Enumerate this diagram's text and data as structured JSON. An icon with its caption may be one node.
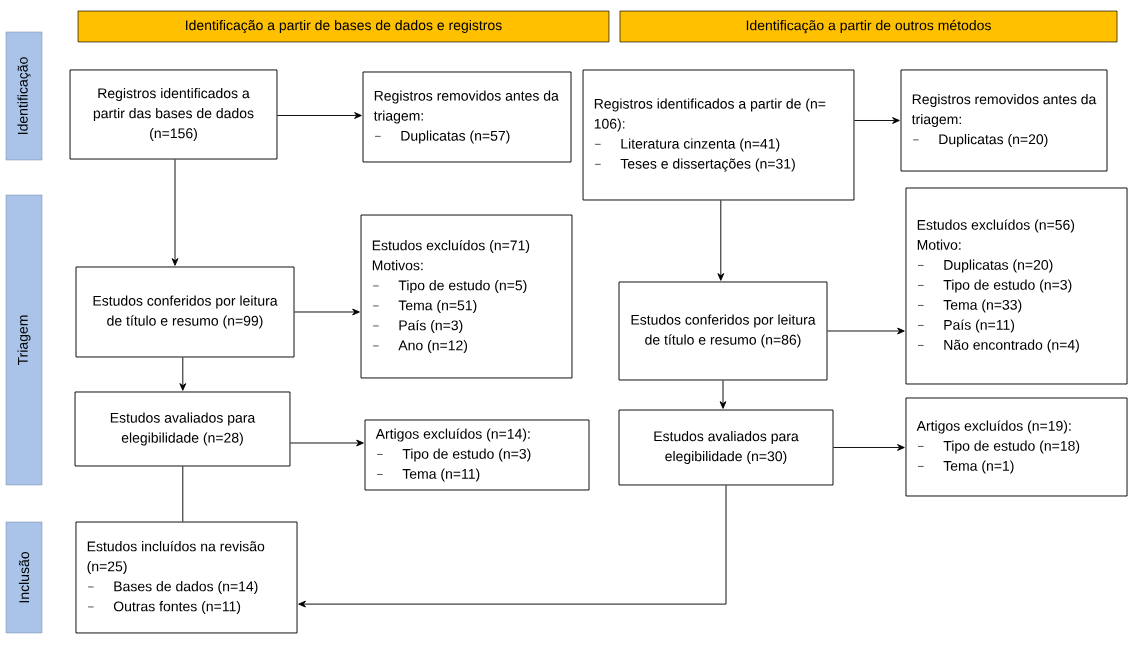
{
  "diagram": {
    "nodes": [
      {
        "text": [
          "Identificação a partir de bases de dados e registros"
        ]
      },
      {
        "text": [
          "Identificação a partir de outros métodos"
        ]
      },
      {
        "text": [
          "Identificação"
        ]
      },
      {
        "text": [
          "Triagem"
        ]
      },
      {
        "text": [
          "Inclusão"
        ]
      },
      {
        "text": [
          "Registros identificados a partir das bases de dados (n=156)"
        ]
      },
      {
        "text": [
          "Registros removidos antes da triagem:",
          "Duplicatas (n=57)"
        ]
      },
      {
        "text": [
          "Registros identificados a partir de (n= 106):",
          "Literatura cinzenta (n=41)",
          "Teses e dissertações (n=31)"
        ]
      },
      {
        "text": [
          "Registros removidos antes da triagem:",
          "Duplicatas (n=20)"
        ]
      },
      {
        "text": [
          "Estudos conferidos por leitura de título e resumo (n=99)"
        ]
      },
      {
        "text": [
          "Estudos excluídos (n=71)",
          "Motivos:",
          "Tipo de estudo (n=5)",
          "Tema (n=51)",
          "País (n=3)",
          "Ano (n=12)"
        ]
      },
      {
        "text": [
          "Estudos conferidos por leitura de título e resumo (n=86)"
        ]
      },
      {
        "text": [
          "Estudos excluídos (n=56)",
          "Motivo:",
          "Duplicatas (n=20)",
          "Tipo de estudo (n=3)",
          "Tema (n=33)",
          "País (n=11)",
          "Não encontrado (n=4)"
        ]
      },
      {
        "text": [
          "Estudos avaliados para elegibilidade (n=28)"
        ]
      },
      {
        "text": [
          "Artigos excluídos (n=14):",
          "Tipo de estudo (n=3)",
          "Tema (n=11)"
        ]
      },
      {
        "text": [
          "Estudos avaliados para elegibilidade (n=30)"
        ]
      },
      {
        "text": [
          "Artigos excluídos (n=19):",
          "Tipo de estudo (n=18)",
          "Tema (n=1)"
        ]
      },
      {
        "text": [
          "Estudos incluídos na revisão (n=25)",
          "Bases de dados (n=14)",
          "Outras fontes (n=11)"
        ]
      }
    ],
    "edges": [
      {
        "from": 5,
        "to": 6,
        "arrow": "to"
      },
      {
        "from": 5,
        "to": 9,
        "arrow": "to"
      },
      {
        "from": 9,
        "to": 10,
        "arrow": "to"
      },
      {
        "from": 9,
        "to": 13,
        "arrow": "to"
      },
      {
        "from": 13,
        "to": 14,
        "arrow": "to"
      },
      {
        "from": 13,
        "to": 17,
        "arrow": "none"
      },
      {
        "from": 7,
        "to": 8,
        "arrow": "to"
      },
      {
        "from": 7,
        "to": 11,
        "arrow": "to"
      },
      {
        "from": 11,
        "to": 12,
        "arrow": "to"
      },
      {
        "from": 11,
        "to": 15,
        "arrow": "to"
      },
      {
        "from": 15,
        "to": 16,
        "arrow": "to"
      },
      {
        "from": 15,
        "to": 17,
        "arrow": "to"
      }
    ]
  }
}
